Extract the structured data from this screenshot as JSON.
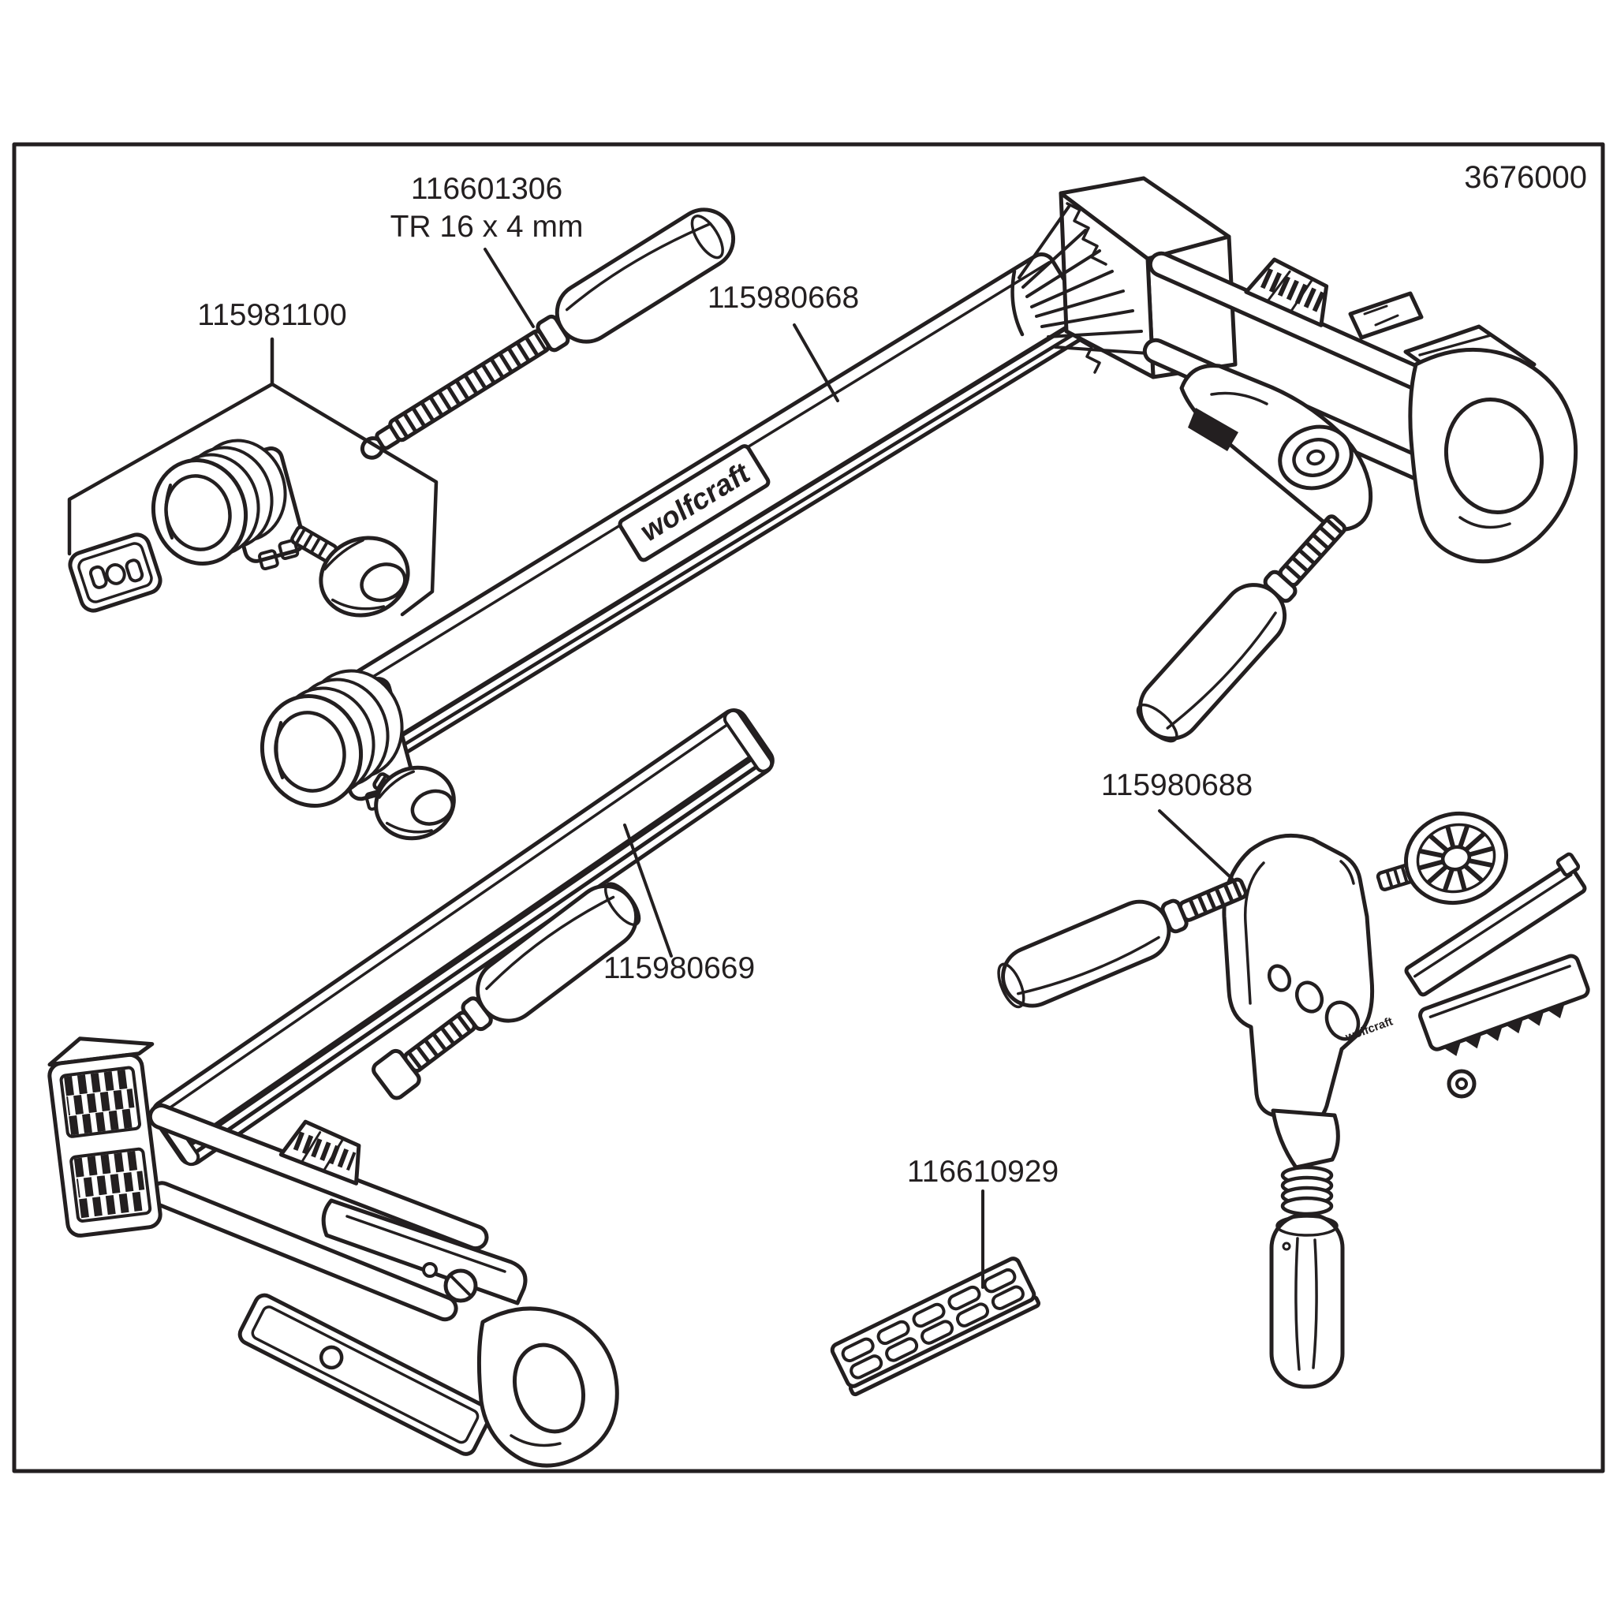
{
  "diagram": {
    "drawing_number": "3676000",
    "brand_logo": "wolfcraft",
    "labels": {
      "spindle": {
        "line1": "116601306",
        "line2": "TR 16 x 4 mm"
      },
      "endcap_set": "115981100",
      "clamp_upper": "115980668",
      "bar": "115980669",
      "clamp_head": "115980688",
      "pad": "116610929"
    }
  }
}
